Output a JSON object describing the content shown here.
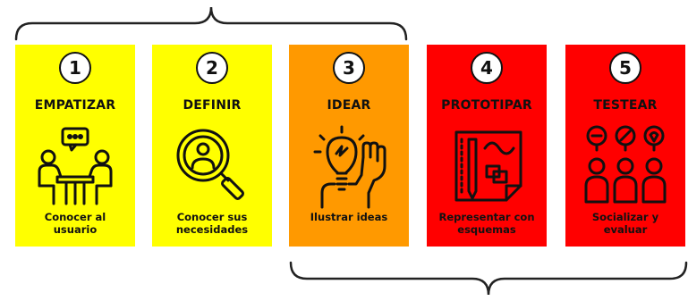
{
  "steps": [
    {
      "number": "1",
      "title": "EMPATIZAR",
      "description_line1": "Conocer al",
      "description_line2": "usuario",
      "icon": "meeting-icon",
      "color": "#ffff00"
    },
    {
      "number": "2",
      "title": "DEFINIR",
      "description_line1": "Conocer sus",
      "description_line2": "necesidades",
      "icon": "magnifier-user-icon",
      "color": "#ffff00"
    },
    {
      "number": "3",
      "title": "IDEAR",
      "description_line1": "Ilustrar ideas",
      "description_line2": "",
      "icon": "lightbulb-idea-icon",
      "color": "#ff9900"
    },
    {
      "number": "4",
      "title": "PROTOTIPAR",
      "description_line1": "Representar con",
      "description_line2": "esquemas",
      "icon": "sketch-prototype-icon",
      "color": "#ff0000"
    },
    {
      "number": "5",
      "title": "TESTEAR",
      "description_line1": "Socializar y",
      "description_line2": "evaluar",
      "icon": "users-feedback-icon",
      "color": "#ff0000"
    }
  ]
}
